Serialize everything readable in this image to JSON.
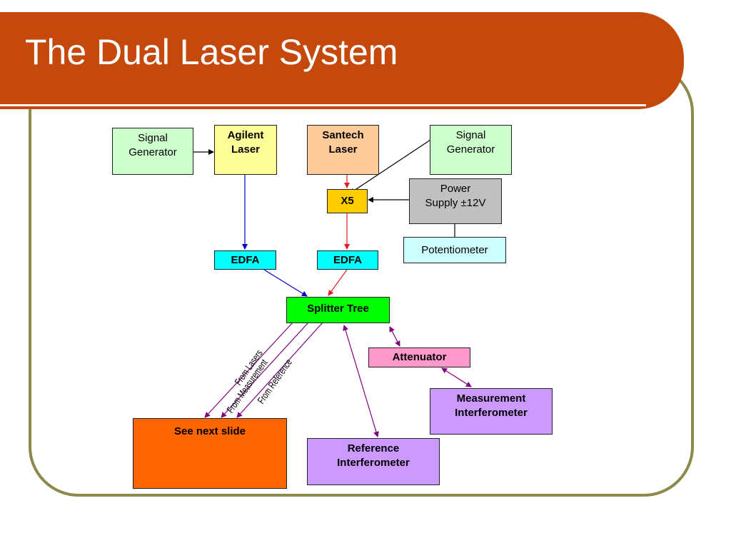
{
  "slide": {
    "title": "The Dual Laser System"
  },
  "diagram": {
    "nodes": {
      "signal_generator_left": {
        "line1": "Signal",
        "line2": "Generator",
        "fill": "#ccffcc"
      },
      "agilent_laser": {
        "line1": "Agilent",
        "line2": "Laser",
        "fill": "#ffff99"
      },
      "santech_laser": {
        "line1": "Santech",
        "line2": "Laser",
        "fill": "#ffcc99"
      },
      "signal_generator_right": {
        "line1": "Signal",
        "line2": "Generator",
        "fill": "#ccffcc"
      },
      "x5": {
        "label": "X5",
        "fill": "#ffcc00"
      },
      "power_supply": {
        "line1": "Power",
        "line2": "Supply ±12V",
        "fill": "#c0c0c0"
      },
      "potentiometer": {
        "label": "Potentiometer",
        "fill": "#ccffff"
      },
      "edfa_left": {
        "label": "EDFA",
        "fill": "#00ffff"
      },
      "edfa_right": {
        "label": "EDFA",
        "fill": "#00ffff"
      },
      "splitter_tree": {
        "label": "Splitter Tree",
        "fill": "#00ff00"
      },
      "attenuator": {
        "label": "Attenuator",
        "fill": "#ff99cc"
      },
      "measurement_interferometer": {
        "line1": "Measurement",
        "line2": "Interferometer",
        "fill": "#cc99ff"
      },
      "reference_interferometer": {
        "line1": "Reference",
        "line2": "Interferometer",
        "fill": "#cc99ff"
      },
      "see_next_slide": {
        "label": "See next slide",
        "fill": "#ff6600"
      }
    },
    "connector_labels": {
      "from_lasers": "From Lasers",
      "from_measurement": "From Measurement",
      "from_reference": "From Reference"
    },
    "colors": {
      "black_link": "#000000",
      "blue_link": "#0000cc",
      "red_link": "#e02020",
      "purple_link": "#800080"
    }
  }
}
